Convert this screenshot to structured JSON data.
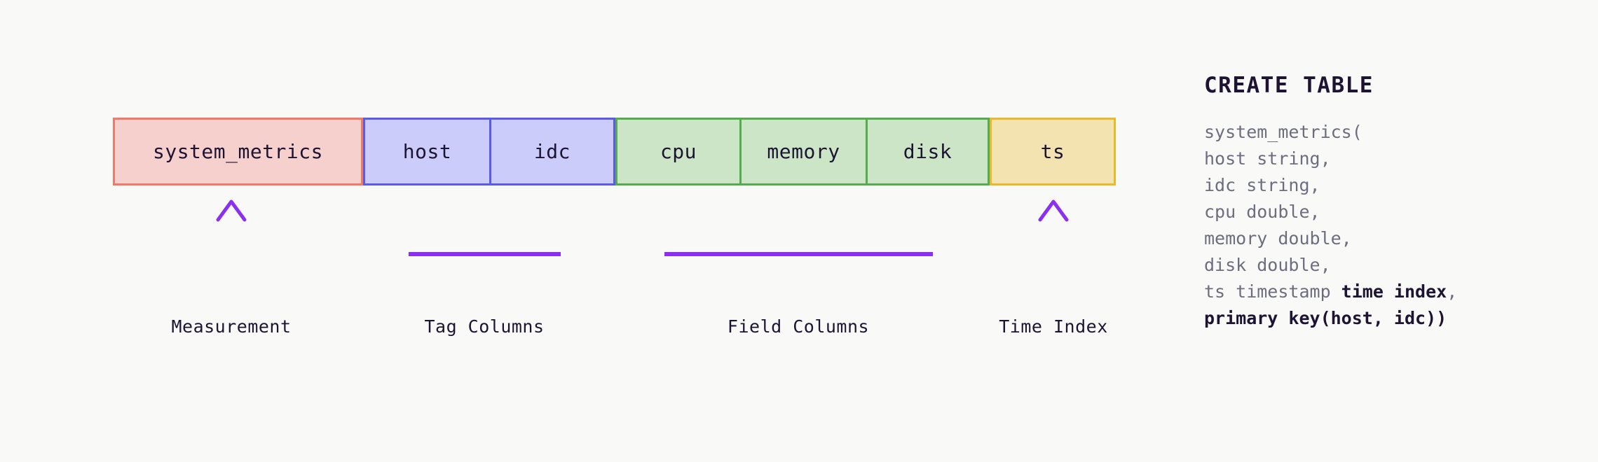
{
  "background": "#f9f9f7",
  "palette": {
    "measurement_fill": "#f5d0cc",
    "measurement_border": "#ef7a6a",
    "tag_fill": "#ccccfa",
    "tag_border": "#5b5be8",
    "field_fill": "#cbe5c6",
    "field_border": "#55ac4e",
    "time_fill": "#f2e3b0",
    "time_border": "#e8b92a",
    "connector": "#8b2ff0",
    "text": "#1d1433",
    "muted_text": "#6d6d80"
  },
  "schema_strip": {
    "groups": [
      {
        "kind": "measurement",
        "caption": "Measurement",
        "connector": "arrow",
        "cells": [
          {
            "label": "system_metrics"
          }
        ]
      },
      {
        "kind": "tags",
        "caption": "Tag Columns",
        "connector": "brace",
        "cells": [
          {
            "label": "host"
          },
          {
            "label": "idc"
          }
        ]
      },
      {
        "kind": "fields",
        "caption": "Field Columns",
        "connector": "brace",
        "cells": [
          {
            "label": "cpu"
          },
          {
            "label": "memory"
          },
          {
            "label": "disk"
          }
        ]
      },
      {
        "kind": "timeindex",
        "caption": "Time Index",
        "connector": "arrow",
        "cells": [
          {
            "label": "ts"
          }
        ]
      }
    ]
  },
  "sql": {
    "title": "CREATE TABLE",
    "lines": [
      {
        "parts": [
          {
            "text": "system_metrics(",
            "bold": false
          }
        ]
      },
      {
        "parts": [
          {
            "text": "host string,",
            "bold": false
          }
        ]
      },
      {
        "parts": [
          {
            "text": "idc string,",
            "bold": false
          }
        ]
      },
      {
        "parts": [
          {
            "text": "cpu double,",
            "bold": false
          }
        ]
      },
      {
        "parts": [
          {
            "text": "memory double,",
            "bold": false
          }
        ]
      },
      {
        "parts": [
          {
            "text": "disk double,",
            "bold": false
          }
        ]
      },
      {
        "parts": [
          {
            "text": "ts timestamp ",
            "bold": false
          },
          {
            "text": "time index",
            "bold": true
          },
          {
            "text": ",",
            "bold": false
          }
        ]
      },
      {
        "parts": [
          {
            "text": "primary key(host, idc))",
            "bold": true
          }
        ]
      }
    ]
  }
}
